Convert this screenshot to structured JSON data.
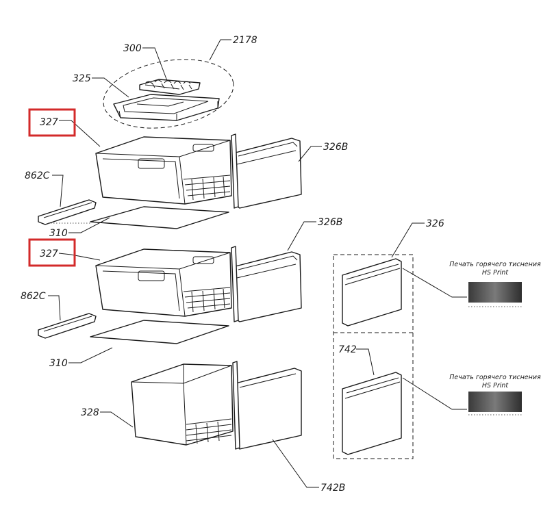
{
  "callouts": {
    "c_300": "300",
    "c_2178": "2178",
    "c_325": "325",
    "c_327_top": "327",
    "c_326B_top": "326B",
    "c_862C_top": "862C",
    "c_310_top": "310",
    "c_327_mid": "327",
    "c_326B_mid": "326B",
    "c_862C_mid": "862C",
    "c_310_mid": "310",
    "c_328": "328",
    "c_742B": "742B",
    "c_326": "326",
    "c_742": "742"
  },
  "notes": {
    "hs_print_ru_1": "Печать горячего тиснения",
    "hs_print_en_1": "HS Print",
    "hs_print_ru_2": "Печать горячего тиснения",
    "hs_print_en_2": "HS Print"
  },
  "colors": {
    "highlight": "#d32a2a",
    "line": "#1a1a1a"
  }
}
